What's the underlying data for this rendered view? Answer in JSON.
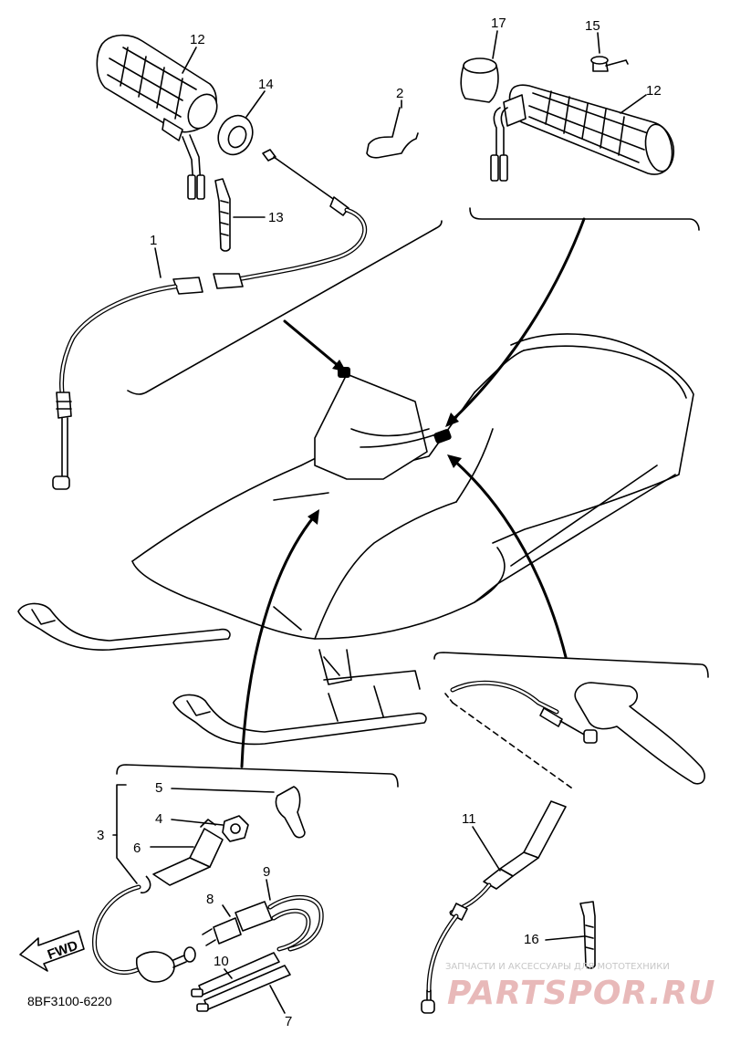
{
  "callouts": {
    "c1": "1",
    "c2": "2",
    "c3": "3",
    "c4": "4",
    "c5": "5",
    "c6": "6",
    "c7": "7",
    "c8": "8",
    "c9": "9",
    "c10": "10",
    "c11": "11",
    "c12a": "12",
    "c12b": "12",
    "c13": "13",
    "c14": "14",
    "c15": "15",
    "c16": "16",
    "c17": "17"
  },
  "direction_badge": "FWD",
  "diagram_code": "8BF3100-6220",
  "watermark": {
    "tagline": "ЗАПЧАСТИ И АКСЕССУАРЫ ДЛЯ МОТОТЕХНИКИ",
    "brand": "PARTSPOR.RU"
  },
  "colors": {
    "line": "#000000",
    "background": "#ffffff",
    "watermark": "#e8b9b9"
  }
}
